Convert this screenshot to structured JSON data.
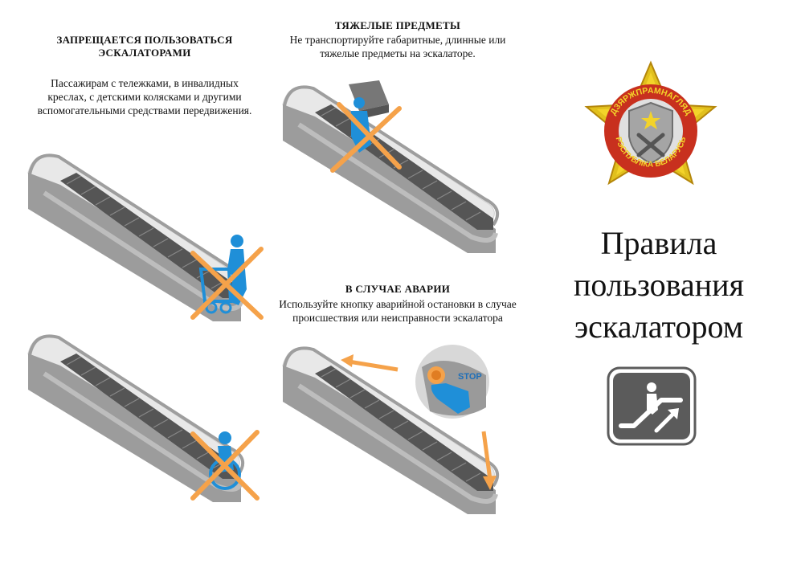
{
  "sections": {
    "prohibited": {
      "heading": "ЗАПРЕЩАЕТСЯ ПОЛЬЗОВАТЬСЯ ЭСКАЛАТОРАМИ",
      "text": "Пассажирам с тележками, в инвалидных креслах, с детскими колясками и другими вспомогательными средствами передвижения."
    },
    "heavy": {
      "heading": "ТЯЖЕЛЫЕ ПРЕДМЕТЫ",
      "text": "Не транспортируйте габаритные, длинные или тяжелые предметы на эскалаторе."
    },
    "emergency": {
      "heading": "В СЛУЧАЕ АВАРИИ",
      "text": "Используйте кнопку аварийной остановки в случае происшествия или неисправности эскалатора",
      "stop_label": "STOP"
    }
  },
  "emblem": {
    "text_top": "ДЗЯРЖПРАМНАГЛЯД",
    "text_bottom": "РЭСПУБЛІКА БЕЛАРУСЬ"
  },
  "title": {
    "line1": "Правила",
    "line2": "пользования",
    "line3": "эскалатором"
  },
  "colors": {
    "cross": "#f5a24a",
    "person": "#1f8fd8",
    "escalator": "#b9b9b9",
    "steps": "#6b6b6b",
    "icon_bg": "#5b5b5b"
  }
}
